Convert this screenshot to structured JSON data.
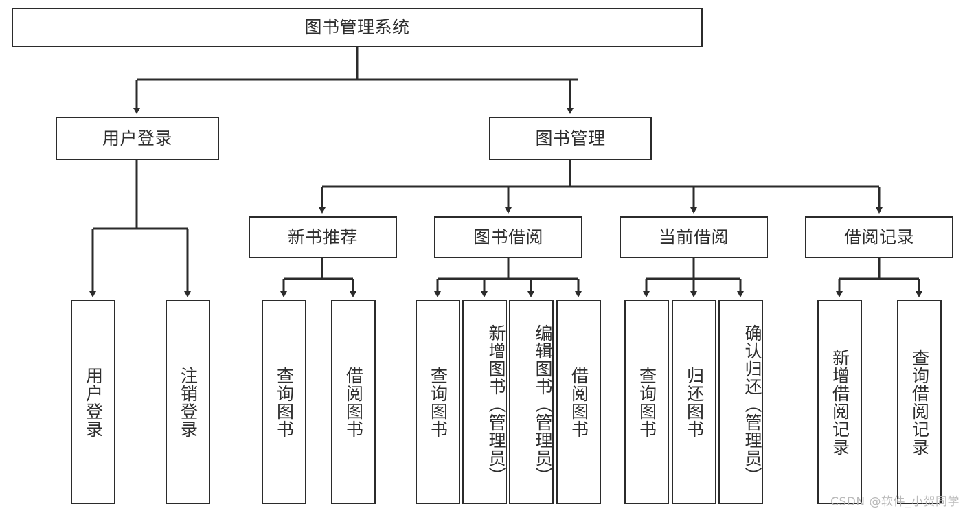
{
  "diagram": {
    "type": "tree",
    "title": "图书管理系统",
    "orientation": "top-down",
    "colors": {
      "node_border": "#2b2b2b",
      "node_fill": "#ffffff",
      "edge": "#2b2b2b",
      "text": "#2e2e2e",
      "watermark": "#b9b9b9",
      "background": "#ffffff"
    },
    "root": {
      "label": "图书管理系统"
    },
    "level2": [
      {
        "label": "用户登录"
      },
      {
        "label": "图书管理"
      }
    ],
    "level3": [
      {
        "label": "新书推荐"
      },
      {
        "label": "图书借阅"
      },
      {
        "label": "当前借阅"
      },
      {
        "label": "借阅记录"
      }
    ],
    "leaves": {
      "user_login": [
        {
          "label": "用户登录"
        },
        {
          "label": "注销登录"
        }
      ],
      "new_book": [
        {
          "label": "查询图书"
        },
        {
          "label": "借阅图书"
        }
      ],
      "book_borrow": [
        {
          "label": "查询图书"
        },
        {
          "label": "新增图书（管理员）"
        },
        {
          "label": "编辑图书（管理员）"
        },
        {
          "label": "借阅图书"
        }
      ],
      "current_borrow": [
        {
          "label": "查询图书"
        },
        {
          "label": "归还图书"
        },
        {
          "label": "确认归还（管理员）"
        }
      ],
      "borrow_record": [
        {
          "label": "新增借阅记录"
        },
        {
          "label": "查询借阅记录"
        }
      ]
    }
  },
  "watermark": {
    "text": "CSDN @软件_小贺同学"
  }
}
